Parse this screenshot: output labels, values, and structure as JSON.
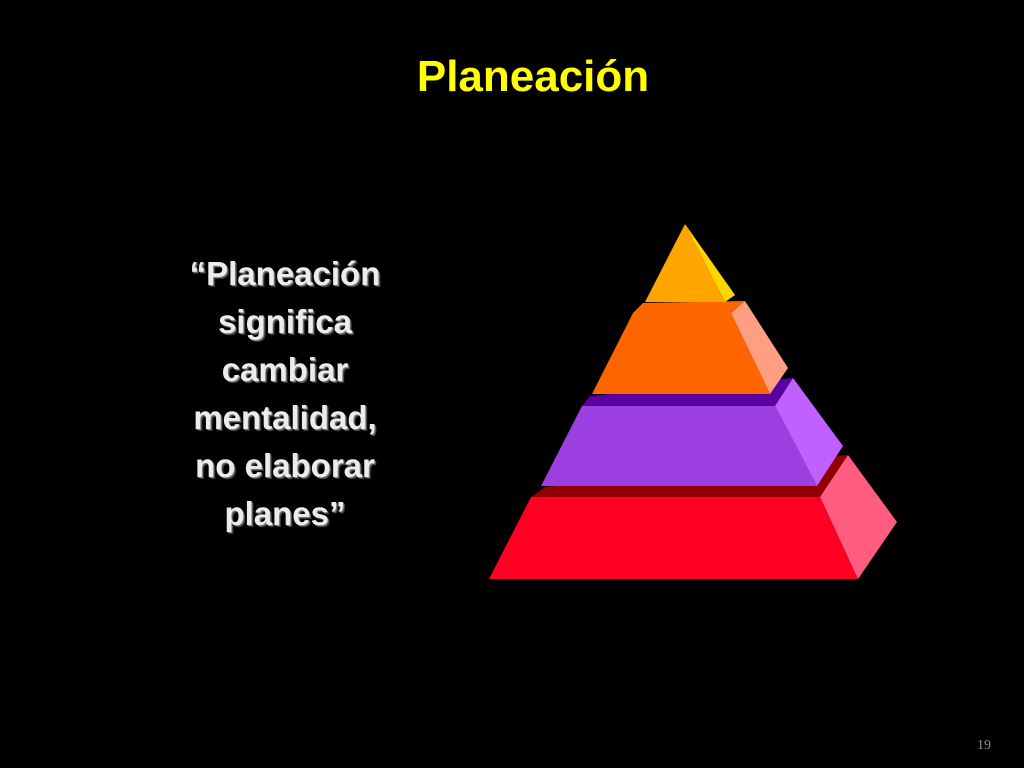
{
  "slide": {
    "title": "Planeación",
    "quote_lines": [
      "“Planeación",
      "significa",
      "cambiar",
      "mentalidad,",
      "no elaborar",
      "planes”"
    ],
    "page_number": "19"
  },
  "colors": {
    "background": "#000000",
    "title": "#FFFF00",
    "quote_text": "#ECECEC",
    "level_top_front": "#FFA500",
    "level_top_side": "#FFD700",
    "level_2_front": "#FF6600",
    "level_2_side": "#FF9E80",
    "level_3_front": "#9B3FE0",
    "level_3_side": "#BF60FF",
    "level_3_ledge": "#5A00A0",
    "level_4_front": "#FF0022",
    "level_4_side": "#FF5C80",
    "level_4_ledge": "#900000"
  }
}
